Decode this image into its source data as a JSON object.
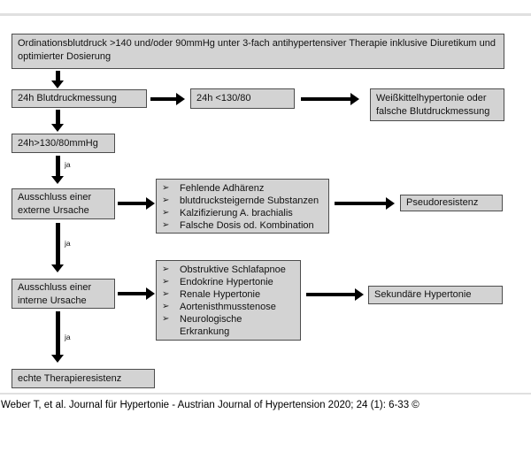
{
  "glyphs": {
    "bullet": "➢"
  },
  "colors": {
    "box_fill": "#d3d3d3",
    "box_border": "#4d4d4d",
    "arrow": "#000000",
    "background": "#ffffff",
    "text": "#111111"
  },
  "flow": {
    "entry": "Ordinationsblutdruck >140 und/oder 90mmHg unter 3-fach antihypertensiver Therapie inklusive Diuretikum und optimierter Dosierung",
    "abpm": "24h Blutdruckmessung",
    "abpm_normal": "24h <130/80",
    "white_coat": "Weißkittelhypertonie oder falsche Blutdruckmessung",
    "abpm_elevated": "24h>130/80mmHg",
    "exclude_external": "Ausschluss einer externe Ursache",
    "external_causes": [
      "Fehlende Adhärenz",
      "blutdrucksteigernde Substanzen",
      "Kalzifizierung A. brachialis",
      "Falsche Dosis od. Kombination"
    ],
    "pseudoresistance": "Pseudoresistenz",
    "exclude_internal": "Ausschluss einer interne Ursache",
    "internal_causes": [
      "Obstruktive Schlafapnoe",
      "Endokrine Hypertonie",
      "Renale Hypertonie",
      "Aortenisthmusstenose",
      "Neurologische\nErkrankung"
    ],
    "secondary": "Sekundäre Hypertonie",
    "true_resistance": "echte Therapieresistenz",
    "yes_label": "ja"
  },
  "citation": "Weber T, et al. Journal für Hypertonie - Austrian Journal of Hypertension 2020; 24 (1): 6-33 ©"
}
